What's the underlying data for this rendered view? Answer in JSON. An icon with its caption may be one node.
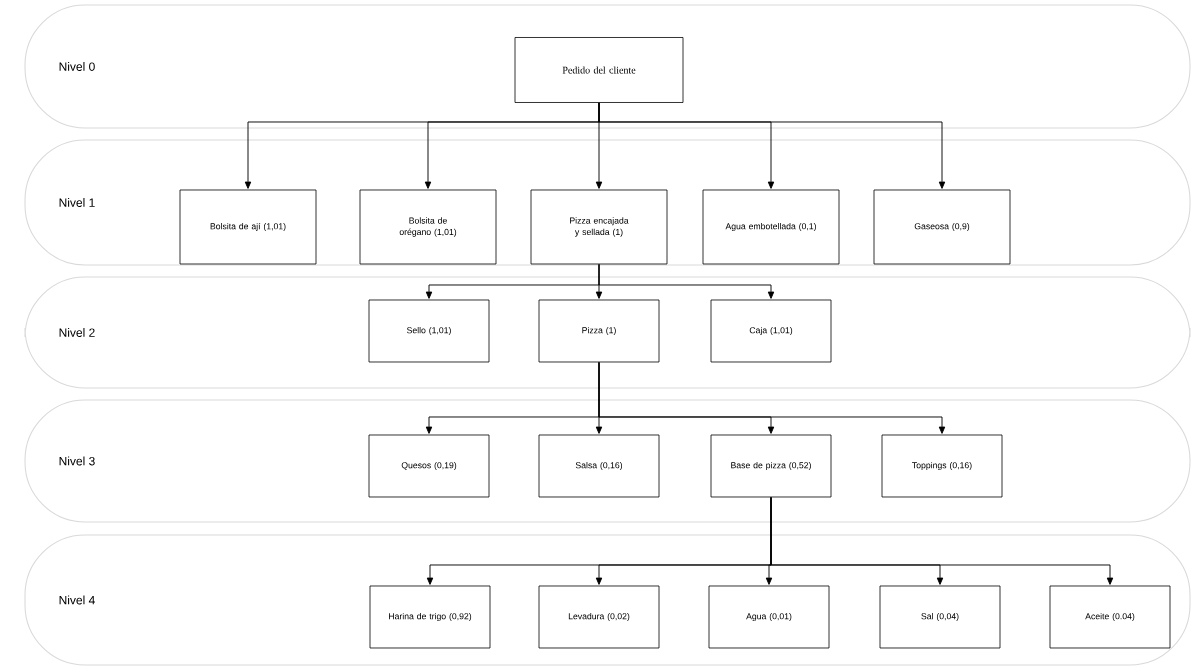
{
  "diagram": {
    "nodes": [
      {
        "text": [
          "Nivel 0"
        ]
      },
      {
        "text": [
          "Pedido del cliente"
        ],
        "in": 0
      },
      {
        "text": [
          "Nivel 1"
        ]
      },
      {
        "text": [
          "Bolsita de ají (1,01)"
        ],
        "in": 2
      },
      {
        "text": [
          "Bolsita de orégano (1,01)"
        ],
        "in": 2
      },
      {
        "text": [
          "Pizza encajada y sellada (1)"
        ],
        "in": 2
      },
      {
        "text": [
          "Agua embotellada (0,1)"
        ],
        "in": 2
      },
      {
        "text": [
          "Gaseosa (0,9)"
        ],
        "in": 2
      },
      {
        "text": [
          "Nivel 2"
        ]
      },
      {
        "text": [
          "Sello (1,01)"
        ],
        "in": 8
      },
      {
        "text": [
          "Pizza (1)"
        ],
        "in": 8
      },
      {
        "text": [
          "Caja (1,01)"
        ],
        "in": 8
      },
      {
        "text": [
          "Nivel 3"
        ]
      },
      {
        "text": [
          "Quesos (0,19)"
        ],
        "in": 12
      },
      {
        "text": [
          "Salsa (0,16)"
        ],
        "in": 12
      },
      {
        "text": [
          "Base de pizza (0,52)"
        ],
        "in": 12
      },
      {
        "text": [
          "Toppings (0,16)"
        ],
        "in": 12
      },
      {
        "text": [
          "Nivel 4"
        ]
      },
      {
        "text": [
          "Harina de trigo (0,92)"
        ],
        "in": 17
      },
      {
        "text": [
          "Levadura (0,02)"
        ],
        "in": 17
      },
      {
        "text": [
          "Agua (0,01)"
        ],
        "in": 17
      },
      {
        "text": [
          "Sal (0,04)"
        ],
        "in": 17
      },
      {
        "text": [
          "Aceite (0.04)"
        ],
        "in": 17
      }
    ],
    "edges": [
      {
        "from": 1,
        "to": 3,
        "arrow": "to"
      },
      {
        "from": 1,
        "to": 4,
        "arrow": "to"
      },
      {
        "from": 1,
        "to": 5,
        "arrow": "to"
      },
      {
        "from": 1,
        "to": 6,
        "arrow": "to"
      },
      {
        "from": 1,
        "to": 7,
        "arrow": "to"
      },
      {
        "from": 5,
        "to": 9,
        "arrow": "to"
      },
      {
        "from": 5,
        "to": 10,
        "arrow": "to"
      },
      {
        "from": 5,
        "to": 11,
        "arrow": "to"
      },
      {
        "from": 10,
        "to": 13,
        "arrow": "to"
      },
      {
        "from": 10,
        "to": 14,
        "arrow": "to"
      },
      {
        "from": 10,
        "to": 15,
        "arrow": "to"
      },
      {
        "from": 10,
        "to": 16,
        "arrow": "to"
      },
      {
        "from": 15,
        "to": 18,
        "arrow": "to"
      },
      {
        "from": 15,
        "to": 19,
        "arrow": "to"
      },
      {
        "from": 15,
        "to": 20,
        "arrow": "to"
      },
      {
        "from": 15,
        "to": 21,
        "arrow": "to"
      },
      {
        "from": 15,
        "to": 22,
        "arrow": "to"
      }
    ]
  }
}
